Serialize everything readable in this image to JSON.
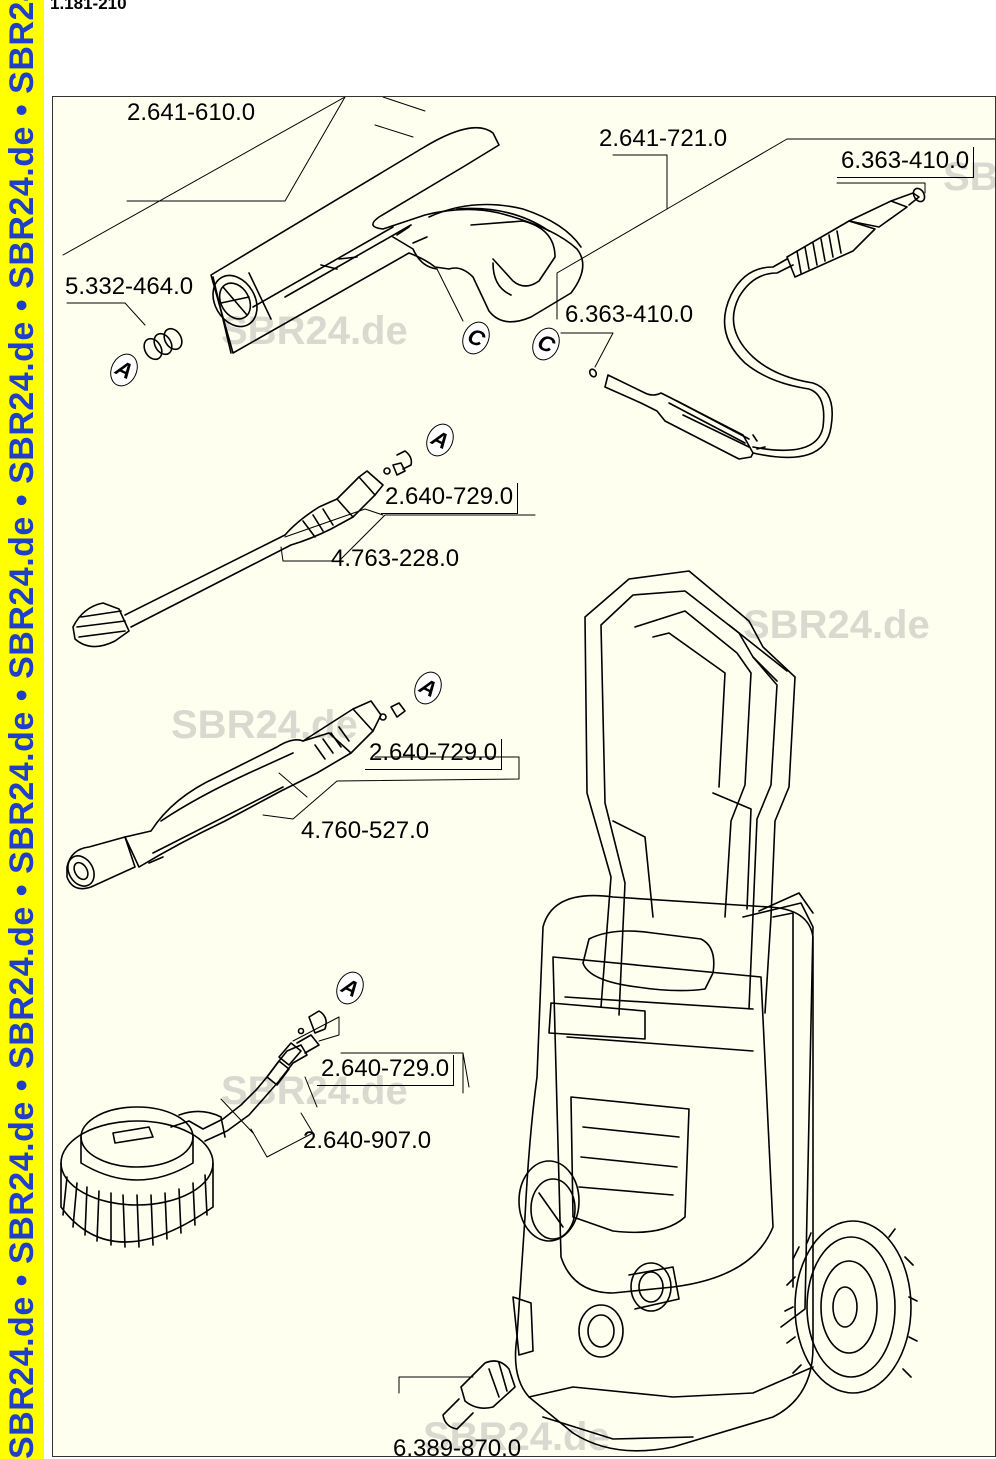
{
  "banner": {
    "text": "SBR24.de • SBR24.de • SBR24.de • SBR24.de • SBR24.de • SBR24.de • SBR24.de • SBR24.de"
  },
  "document": {
    "number": "1.181-210"
  },
  "watermarks": {
    "text": "SBR24.de"
  },
  "parts": {
    "gun": "2.641-610.0",
    "hose": "2.641-721.0",
    "oring_hose_end": "6.363-410.0",
    "gun_oring_set": "5.332-464.0",
    "oring_hose_coupling": "6.363-410.0",
    "adapter_1": "2.640-729.0",
    "vario_lance": "4.763-228.0",
    "adapter_2": "2.640-729.0",
    "dirt_blaster": "4.760-527.0",
    "adapter_3": "2.640-729.0",
    "wash_brush": "2.640-907.0",
    "garden_coupling": "6.389-870.0"
  },
  "markers": {
    "a": "A",
    "c": "C"
  },
  "colors": {
    "banner_bg": "#ffff00",
    "banner_text": "#1f3ec9",
    "frame_bg": "#fffff0",
    "watermark": "#d9d9d0",
    "line": "#000000"
  }
}
